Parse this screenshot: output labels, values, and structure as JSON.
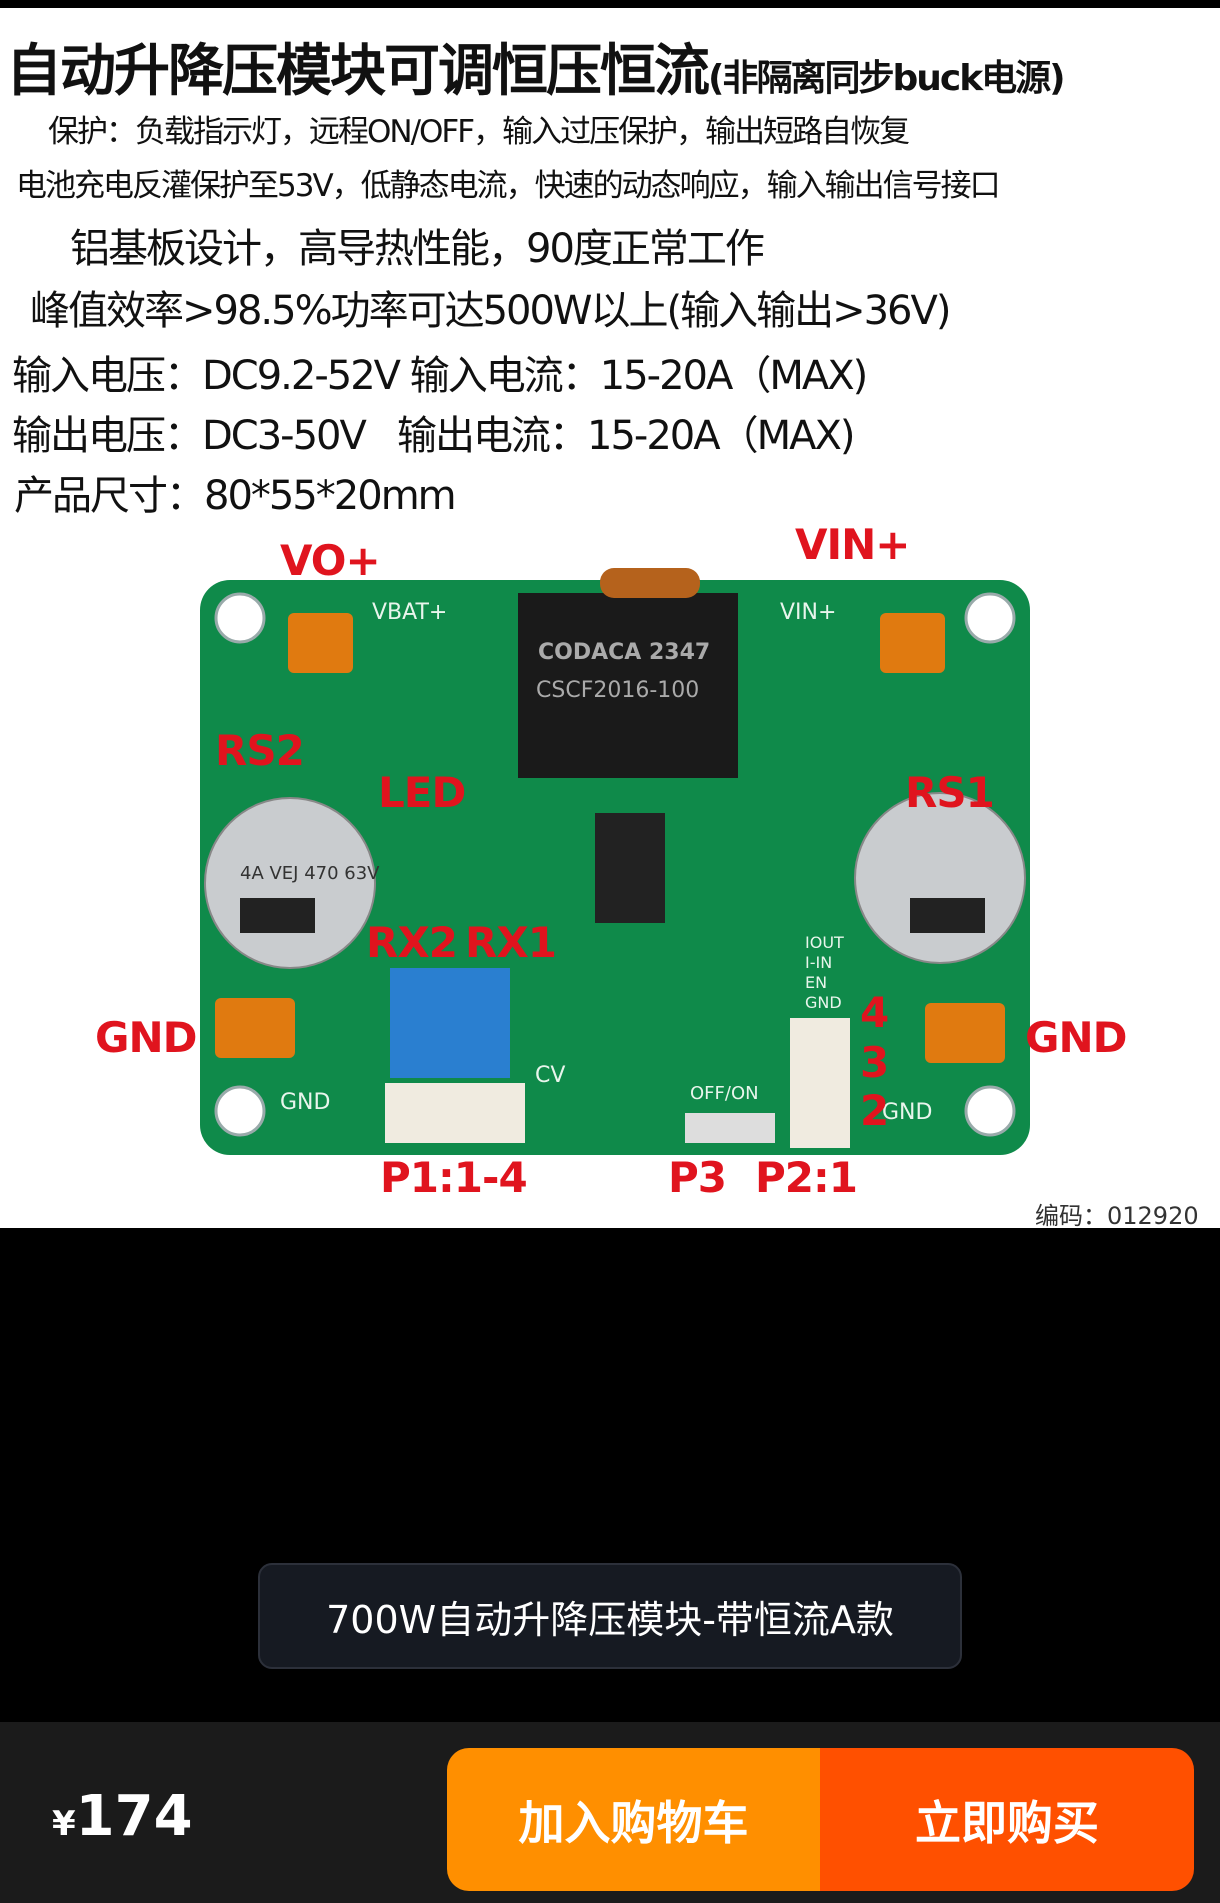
{
  "product_image": {
    "headline": "自动升降压模块可调恒压恒流",
    "headline_suffix": "(非隔离同步buck电源)",
    "lines": [
      "保护：负载指示灯，远程ON/OFF，输入过压保护，输出短路自恢复",
      "电池充电反灌保护至53V，低静态电流，快速的动态响应，输入输出信号接口",
      "铝基板设计，高导热性能，90度正常工作",
      "峰值效率>98.5%功率可达500W以上(输入输出>36V)",
      "输入电压：DC9.2-52V 输入电流：15-20A（MAX)",
      "输出电压：DC3-50V   输出电流：15-20A（MAX)",
      "产品尺寸：80*55*20mm"
    ],
    "labels": {
      "vo_plus": "VO+",
      "vin_plus": "VIN+",
      "rs2": "RS2",
      "led": "LED",
      "rs1": "RS1",
      "rx2": "RX2",
      "rx1": "RX1",
      "gnd_left": "GND",
      "gnd_right": "GND",
      "p1": "P1:1-4",
      "p3": "P3",
      "p2": "P2:1",
      "pin4": "4",
      "pin3": "3",
      "pin2": "2"
    },
    "board_text": {
      "vbat": "VBAT+",
      "vin": "VIN+",
      "gnd1": "GND",
      "gnd2": "GND",
      "inductor1": "CODACA 2347",
      "inductor2": "CSCF2016-100",
      "iout": "IOUT",
      "iin": "I-IN",
      "en": "EN",
      "gnd3": "GND",
      "cv": "CV",
      "onoff": "OFF/ON",
      "cap": "4A VEJ 470 63V"
    },
    "code": "编码：012920"
  },
  "sku_caption": "700W自动升降压模块-带恒流A款",
  "bottom_bar": {
    "currency": "¥",
    "price": "174",
    "add_to_cart": "加入购物车",
    "buy_now": "立即购买"
  },
  "colors": {
    "orange": "#ff8f00",
    "red_orange": "#ff5000",
    "label_red": "#e0141e",
    "pcb_green": "#0f8a4a"
  }
}
